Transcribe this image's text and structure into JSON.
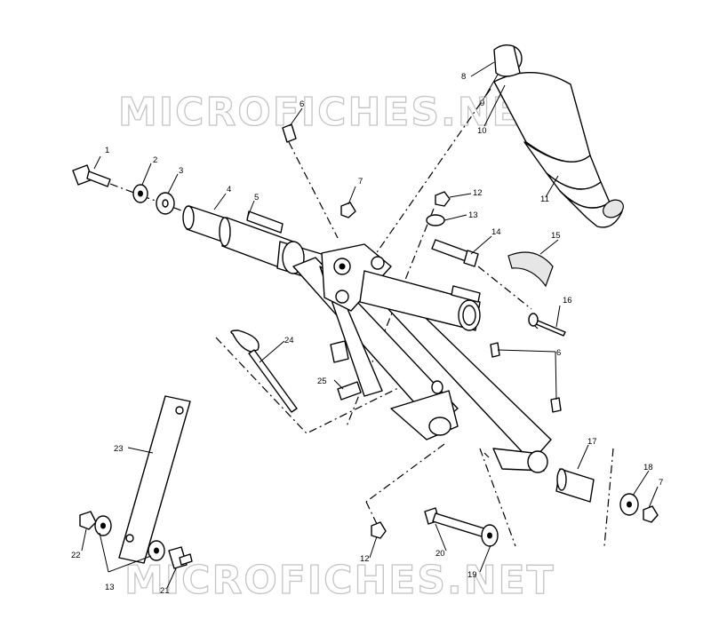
{
  "watermarks": {
    "top": "MICROFICHES.NET",
    "bottom": "MICROFICHES.NET"
  },
  "callouts": [
    {
      "id": "c1",
      "text": "1"
    },
    {
      "id": "c2",
      "text": "2"
    },
    {
      "id": "c3",
      "text": "3"
    },
    {
      "id": "c4",
      "text": "4"
    },
    {
      "id": "c5",
      "text": "5"
    },
    {
      "id": "c6a",
      "text": "6"
    },
    {
      "id": "c6b",
      "text": "6"
    },
    {
      "id": "c7a",
      "text": "7"
    },
    {
      "id": "c7b",
      "text": "7"
    },
    {
      "id": "c8",
      "text": "8"
    },
    {
      "id": "c9",
      "text": "9"
    },
    {
      "id": "c10",
      "text": "10"
    },
    {
      "id": "c11",
      "text": "11"
    },
    {
      "id": "c12a",
      "text": "12"
    },
    {
      "id": "c12b",
      "text": "12"
    },
    {
      "id": "c13a",
      "text": "13"
    },
    {
      "id": "c13b",
      "text": "13"
    },
    {
      "id": "c14",
      "text": "14"
    },
    {
      "id": "c15",
      "text": "15"
    },
    {
      "id": "c16",
      "text": "16"
    },
    {
      "id": "c17",
      "text": "17"
    },
    {
      "id": "c18",
      "text": "18"
    },
    {
      "id": "c19",
      "text": "19"
    },
    {
      "id": "c20",
      "text": "20"
    },
    {
      "id": "c21",
      "text": "21"
    },
    {
      "id": "c22",
      "text": "22"
    },
    {
      "id": "c23",
      "text": "23"
    },
    {
      "id": "c24",
      "text": "24"
    },
    {
      "id": "c25",
      "text": "25"
    }
  ]
}
